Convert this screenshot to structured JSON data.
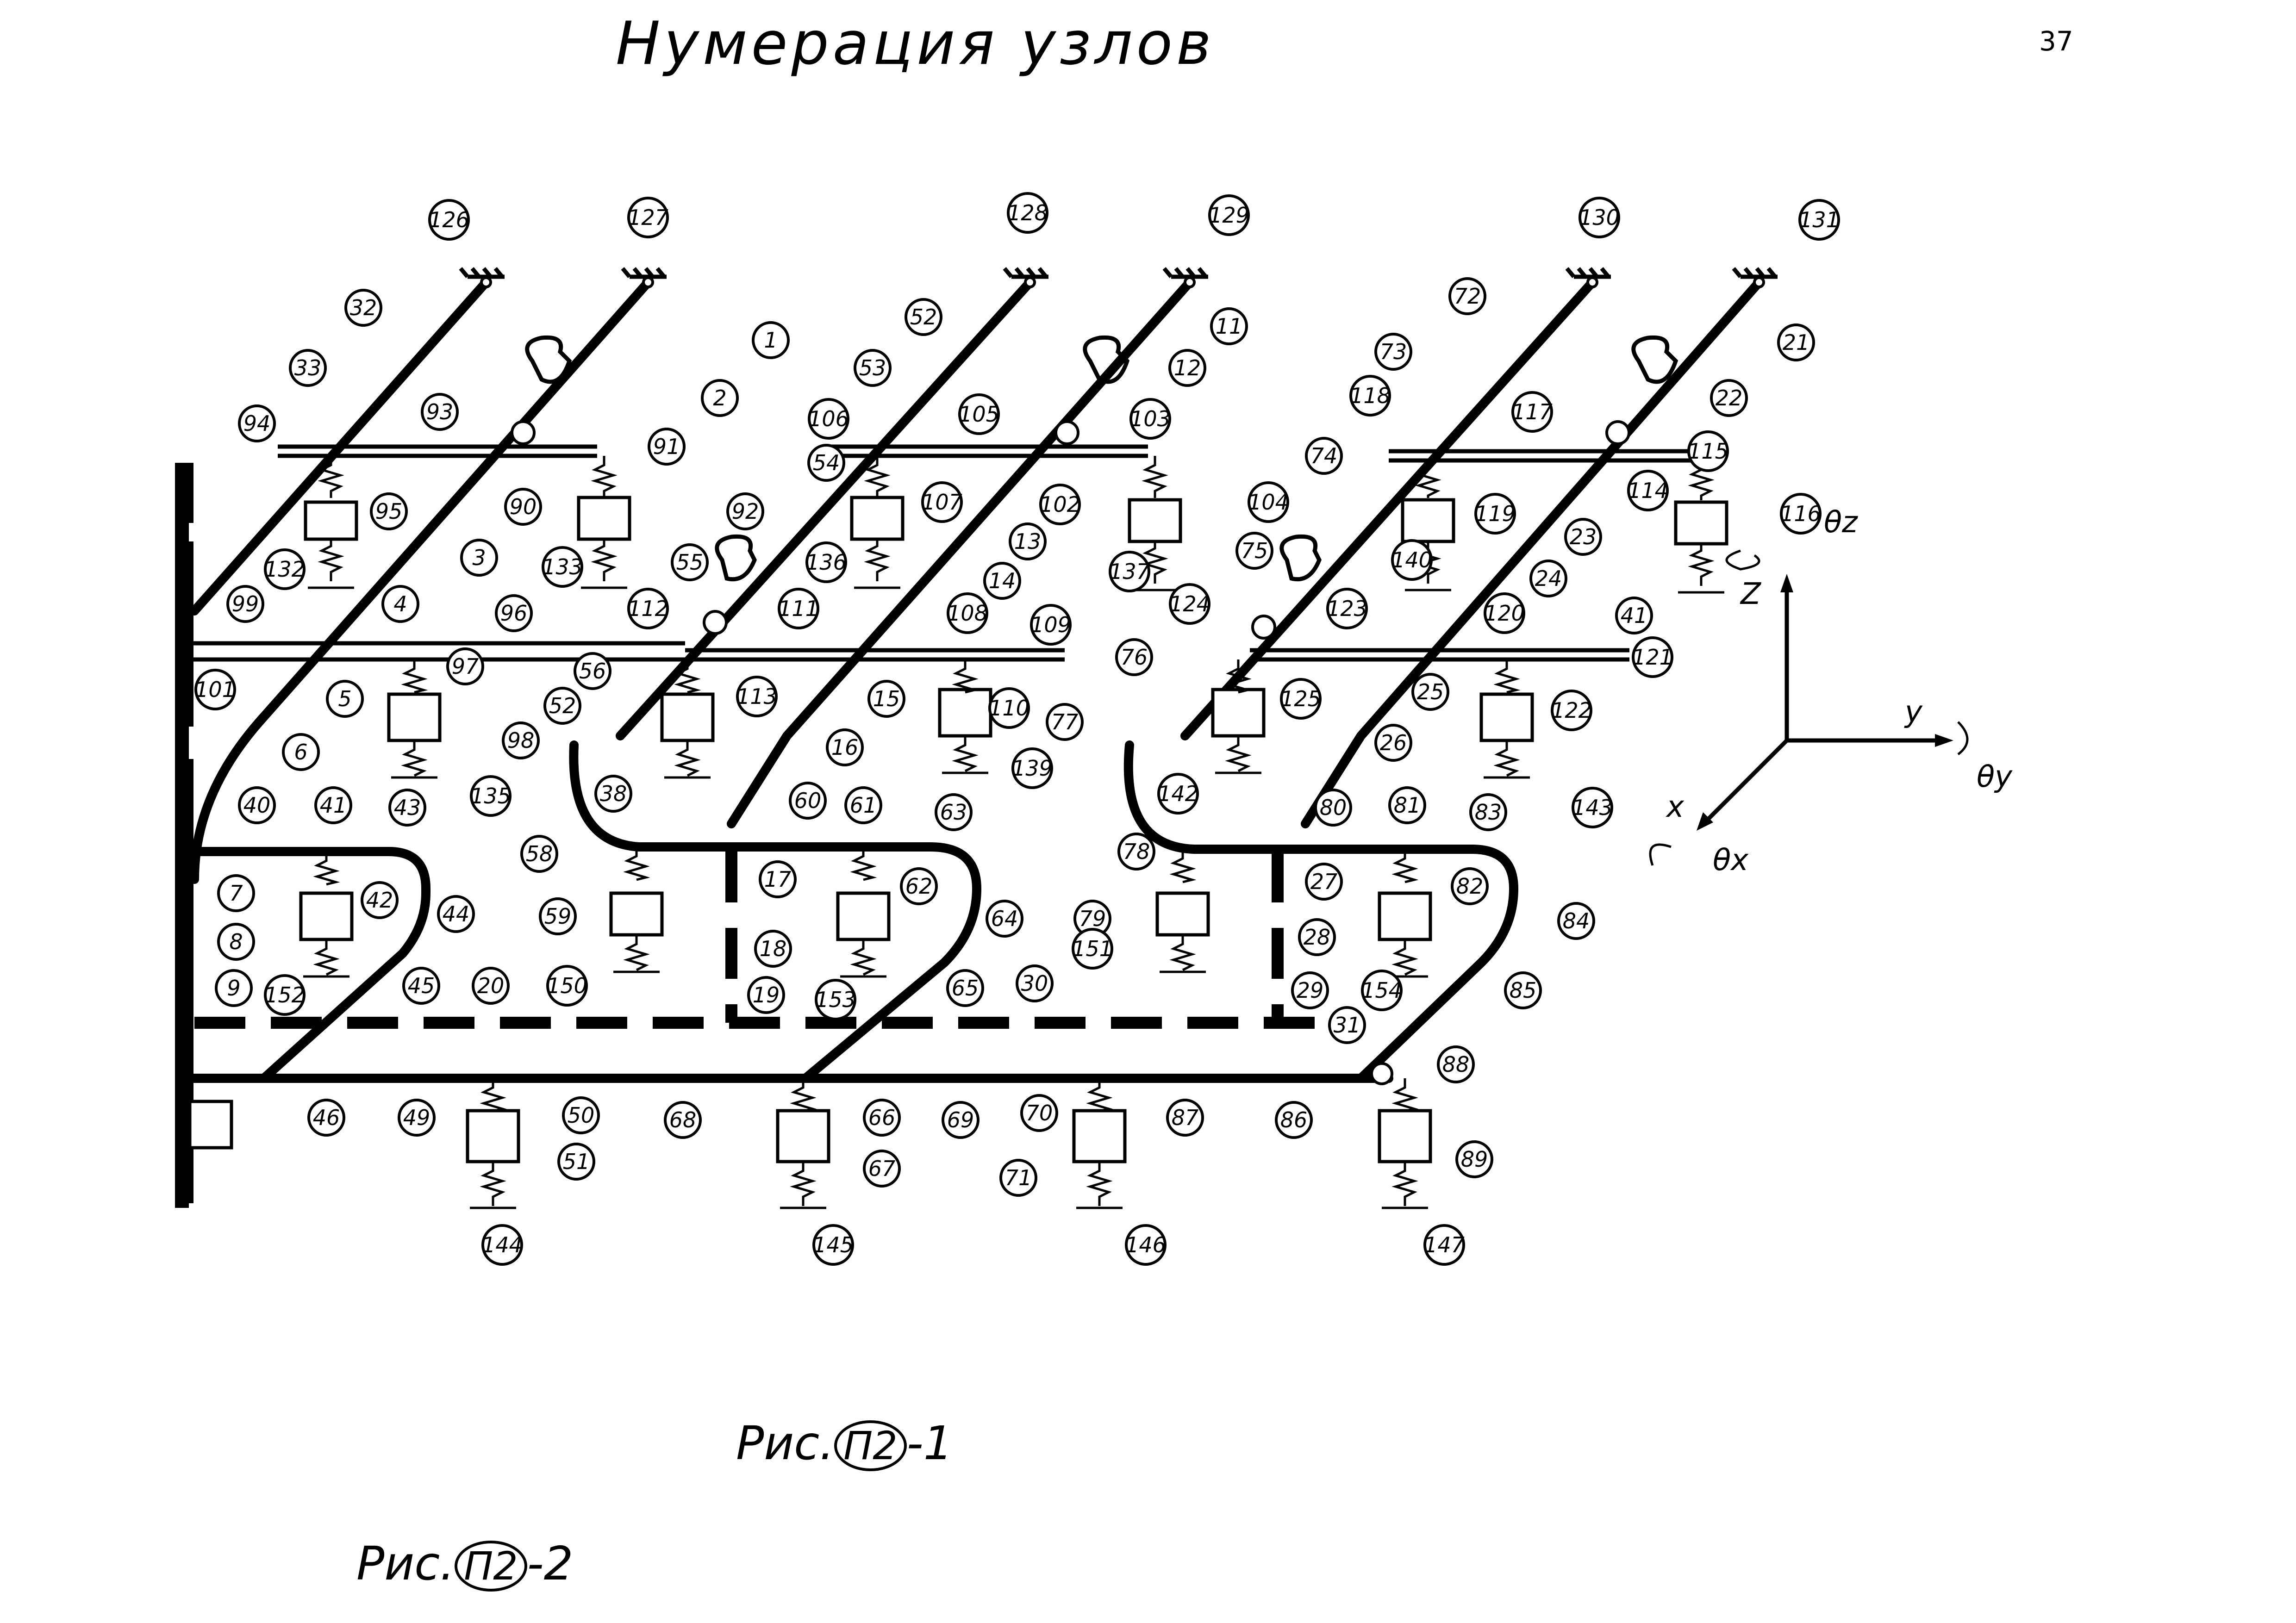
{
  "header": {
    "title": "Нумерация узлов",
    "page_number": "37"
  },
  "captions": {
    "fig1_prefix": "Рис.",
    "fig1_box": "П2",
    "fig1_suffix": "-1",
    "fig2_prefix": "Рис.",
    "fig2_box": "П2",
    "fig2_suffix": "-2"
  },
  "axes": {
    "z": "Z",
    "y": "y",
    "x": "x",
    "theta_z": "θz",
    "theta_y": "θy",
    "theta_x": "θx"
  },
  "nodes": [
    {
      "id": "126",
      "label": "126"
    },
    {
      "id": "127",
      "label": "127"
    },
    {
      "id": "128",
      "label": "128"
    },
    {
      "id": "129",
      "label": "129"
    },
    {
      "id": "130",
      "label": "130"
    },
    {
      "id": "131",
      "label": "131"
    },
    {
      "id": "32",
      "label": "32"
    },
    {
      "id": "1",
      "label": "1"
    },
    {
      "id": "52",
      "label": "52"
    },
    {
      "id": "11",
      "label": "11"
    },
    {
      "id": "72",
      "label": "72"
    },
    {
      "id": "21",
      "label": "21"
    },
    {
      "id": "33",
      "label": "33"
    },
    {
      "id": "2",
      "label": "2"
    },
    {
      "id": "53",
      "label": "53"
    },
    {
      "id": "12",
      "label": "12"
    },
    {
      "id": "73",
      "label": "73"
    },
    {
      "id": "22",
      "label": "22"
    },
    {
      "id": "94",
      "label": "94"
    },
    {
      "id": "93",
      "label": "93"
    },
    {
      "id": "91",
      "label": "91"
    },
    {
      "id": "106",
      "label": "106"
    },
    {
      "id": "105",
      "label": "105"
    },
    {
      "id": "103",
      "label": "103"
    },
    {
      "id": "118",
      "label": "118"
    },
    {
      "id": "117",
      "label": "117"
    },
    {
      "id": "115",
      "label": "115"
    },
    {
      "id": "95",
      "label": "95"
    },
    {
      "id": "90",
      "label": "90"
    },
    {
      "id": "92",
      "label": "92"
    },
    {
      "id": "54",
      "label": "54"
    },
    {
      "id": "107",
      "label": "107"
    },
    {
      "id": "102",
      "label": "102"
    },
    {
      "id": "104",
      "label": "104"
    },
    {
      "id": "74",
      "label": "74"
    },
    {
      "id": "119",
      "label": "119"
    },
    {
      "id": "114",
      "label": "114"
    },
    {
      "id": "116",
      "label": "116"
    },
    {
      "id": "3",
      "label": "3"
    },
    {
      "id": "13",
      "label": "13"
    },
    {
      "id": "23",
      "label": "23"
    },
    {
      "id": "132",
      "label": "132"
    },
    {
      "id": "133",
      "label": "133"
    },
    {
      "id": "55",
      "label": "55"
    },
    {
      "id": "136",
      "label": "136"
    },
    {
      "id": "137",
      "label": "137"
    },
    {
      "id": "75",
      "label": "75"
    },
    {
      "id": "140",
      "label": "140"
    },
    {
      "id": "41a",
      "label": "41"
    },
    {
      "id": "99",
      "label": "99"
    },
    {
      "id": "4",
      "label": "4"
    },
    {
      "id": "96",
      "label": "96"
    },
    {
      "id": "14",
      "label": "14"
    },
    {
      "id": "24",
      "label": "24"
    },
    {
      "id": "112",
      "label": "112"
    },
    {
      "id": "111",
      "label": "111"
    },
    {
      "id": "108",
      "label": "108"
    },
    {
      "id": "109",
      "label": "109"
    },
    {
      "id": "124",
      "label": "124"
    },
    {
      "id": "123",
      "label": "123"
    },
    {
      "id": "120",
      "label": "120"
    },
    {
      "id": "101",
      "label": "101"
    },
    {
      "id": "97",
      "label": "97"
    },
    {
      "id": "56",
      "label": "56"
    },
    {
      "id": "76",
      "label": "76"
    },
    {
      "id": "121",
      "label": "121"
    },
    {
      "id": "5",
      "label": "5"
    },
    {
      "id": "113",
      "label": "113"
    },
    {
      "id": "15",
      "label": "15"
    },
    {
      "id": "110",
      "label": "110"
    },
    {
      "id": "125",
      "label": "125"
    },
    {
      "id": "25",
      "label": "25"
    },
    {
      "id": "122",
      "label": "122"
    },
    {
      "id": "6",
      "label": "6"
    },
    {
      "id": "98",
      "label": "98"
    },
    {
      "id": "52b",
      "label": "52"
    },
    {
      "id": "16",
      "label": "16"
    },
    {
      "id": "77",
      "label": "77"
    },
    {
      "id": "26",
      "label": "26"
    },
    {
      "id": "135",
      "label": "135"
    },
    {
      "id": "139",
      "label": "139"
    },
    {
      "id": "143",
      "label": "143"
    },
    {
      "id": "40",
      "label": "40"
    },
    {
      "id": "41",
      "label": "41"
    },
    {
      "id": "43",
      "label": "43"
    },
    {
      "id": "38",
      "label": "38"
    },
    {
      "id": "60",
      "label": "60"
    },
    {
      "id": "61",
      "label": "61"
    },
    {
      "id": "63",
      "label": "63"
    },
    {
      "id": "142",
      "label": "142"
    },
    {
      "id": "80",
      "label": "80"
    },
    {
      "id": "81",
      "label": "81"
    },
    {
      "id": "83",
      "label": "83"
    },
    {
      "id": "58",
      "label": "58"
    },
    {
      "id": "78",
      "label": "78"
    },
    {
      "id": "7",
      "label": "7"
    },
    {
      "id": "42",
      "label": "42"
    },
    {
      "id": "17",
      "label": "17"
    },
    {
      "id": "62",
      "label": "62"
    },
    {
      "id": "27",
      "label": "27"
    },
    {
      "id": "82",
      "label": "82"
    },
    {
      "id": "44",
      "label": "44"
    },
    {
      "id": "59",
      "label": "59"
    },
    {
      "id": "79",
      "label": "79"
    },
    {
      "id": "64",
      "label": "64"
    },
    {
      "id": "84",
      "label": "84"
    },
    {
      "id": "8",
      "label": "8"
    },
    {
      "id": "18",
      "label": "18"
    },
    {
      "id": "28",
      "label": "28"
    },
    {
      "id": "9",
      "label": "9"
    },
    {
      "id": "152",
      "label": "152"
    },
    {
      "id": "45",
      "label": "45"
    },
    {
      "id": "20",
      "label": "20"
    },
    {
      "id": "150",
      "label": "150"
    },
    {
      "id": "19",
      "label": "19"
    },
    {
      "id": "153",
      "label": "153"
    },
    {
      "id": "65",
      "label": "65"
    },
    {
      "id": "30",
      "label": "30"
    },
    {
      "id": "151",
      "label": "151"
    },
    {
      "id": "29",
      "label": "29"
    },
    {
      "id": "154",
      "label": "154"
    },
    {
      "id": "85",
      "label": "85"
    },
    {
      "id": "31",
      "label": "31"
    },
    {
      "id": "88",
      "label": "88"
    },
    {
      "id": "46",
      "label": "46"
    },
    {
      "id": "49",
      "label": "49"
    },
    {
      "id": "50",
      "label": "50"
    },
    {
      "id": "68",
      "label": "68"
    },
    {
      "id": "66",
      "label": "66"
    },
    {
      "id": "69",
      "label": "69"
    },
    {
      "id": "70",
      "label": "70"
    },
    {
      "id": "87",
      "label": "87"
    },
    {
      "id": "86",
      "label": "86"
    },
    {
      "id": "51",
      "label": "51"
    },
    {
      "id": "67",
      "label": "67"
    },
    {
      "id": "71",
      "label": "71"
    },
    {
      "id": "89",
      "label": "89"
    },
    {
      "id": "144",
      "label": "144"
    },
    {
      "id": "145",
      "label": "145"
    },
    {
      "id": "146",
      "label": "146"
    },
    {
      "id": "147",
      "label": "147"
    }
  ]
}
